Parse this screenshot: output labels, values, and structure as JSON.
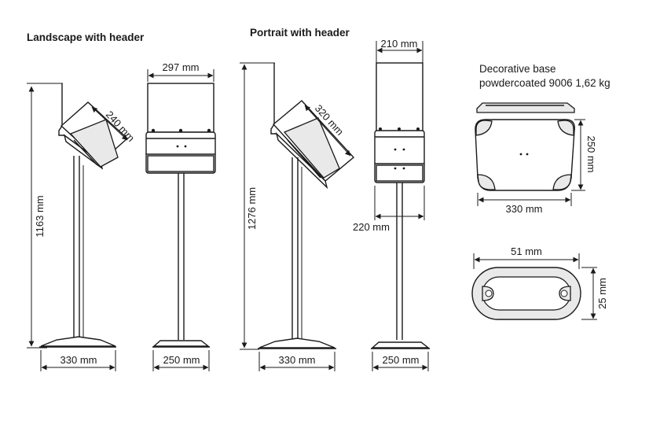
{
  "headings": {
    "landscape": "Landscape with header",
    "portrait": "Portrait with header",
    "decorative_base": [
      "Decorative base",
      "powdercoated 9006 1,62 kg"
    ]
  },
  "dimensions": {
    "landscape_height": "1163 mm",
    "landscape_diag": "240 mm",
    "landscape_base_width": "330 mm",
    "landscape_front_width": "297 mm",
    "landscape_front_base": "250 mm",
    "portrait_height": "1276 mm",
    "portrait_diag": "320 mm",
    "portrait_base_width": "330 mm",
    "portrait_front_width": "210 mm",
    "portrait_front_box": "220 mm",
    "portrait_front_base": "250 mm",
    "deco_base_width": "330 mm",
    "deco_base_depth": "250 mm",
    "tube_width": "51 mm",
    "tube_depth": "25 mm"
  }
}
